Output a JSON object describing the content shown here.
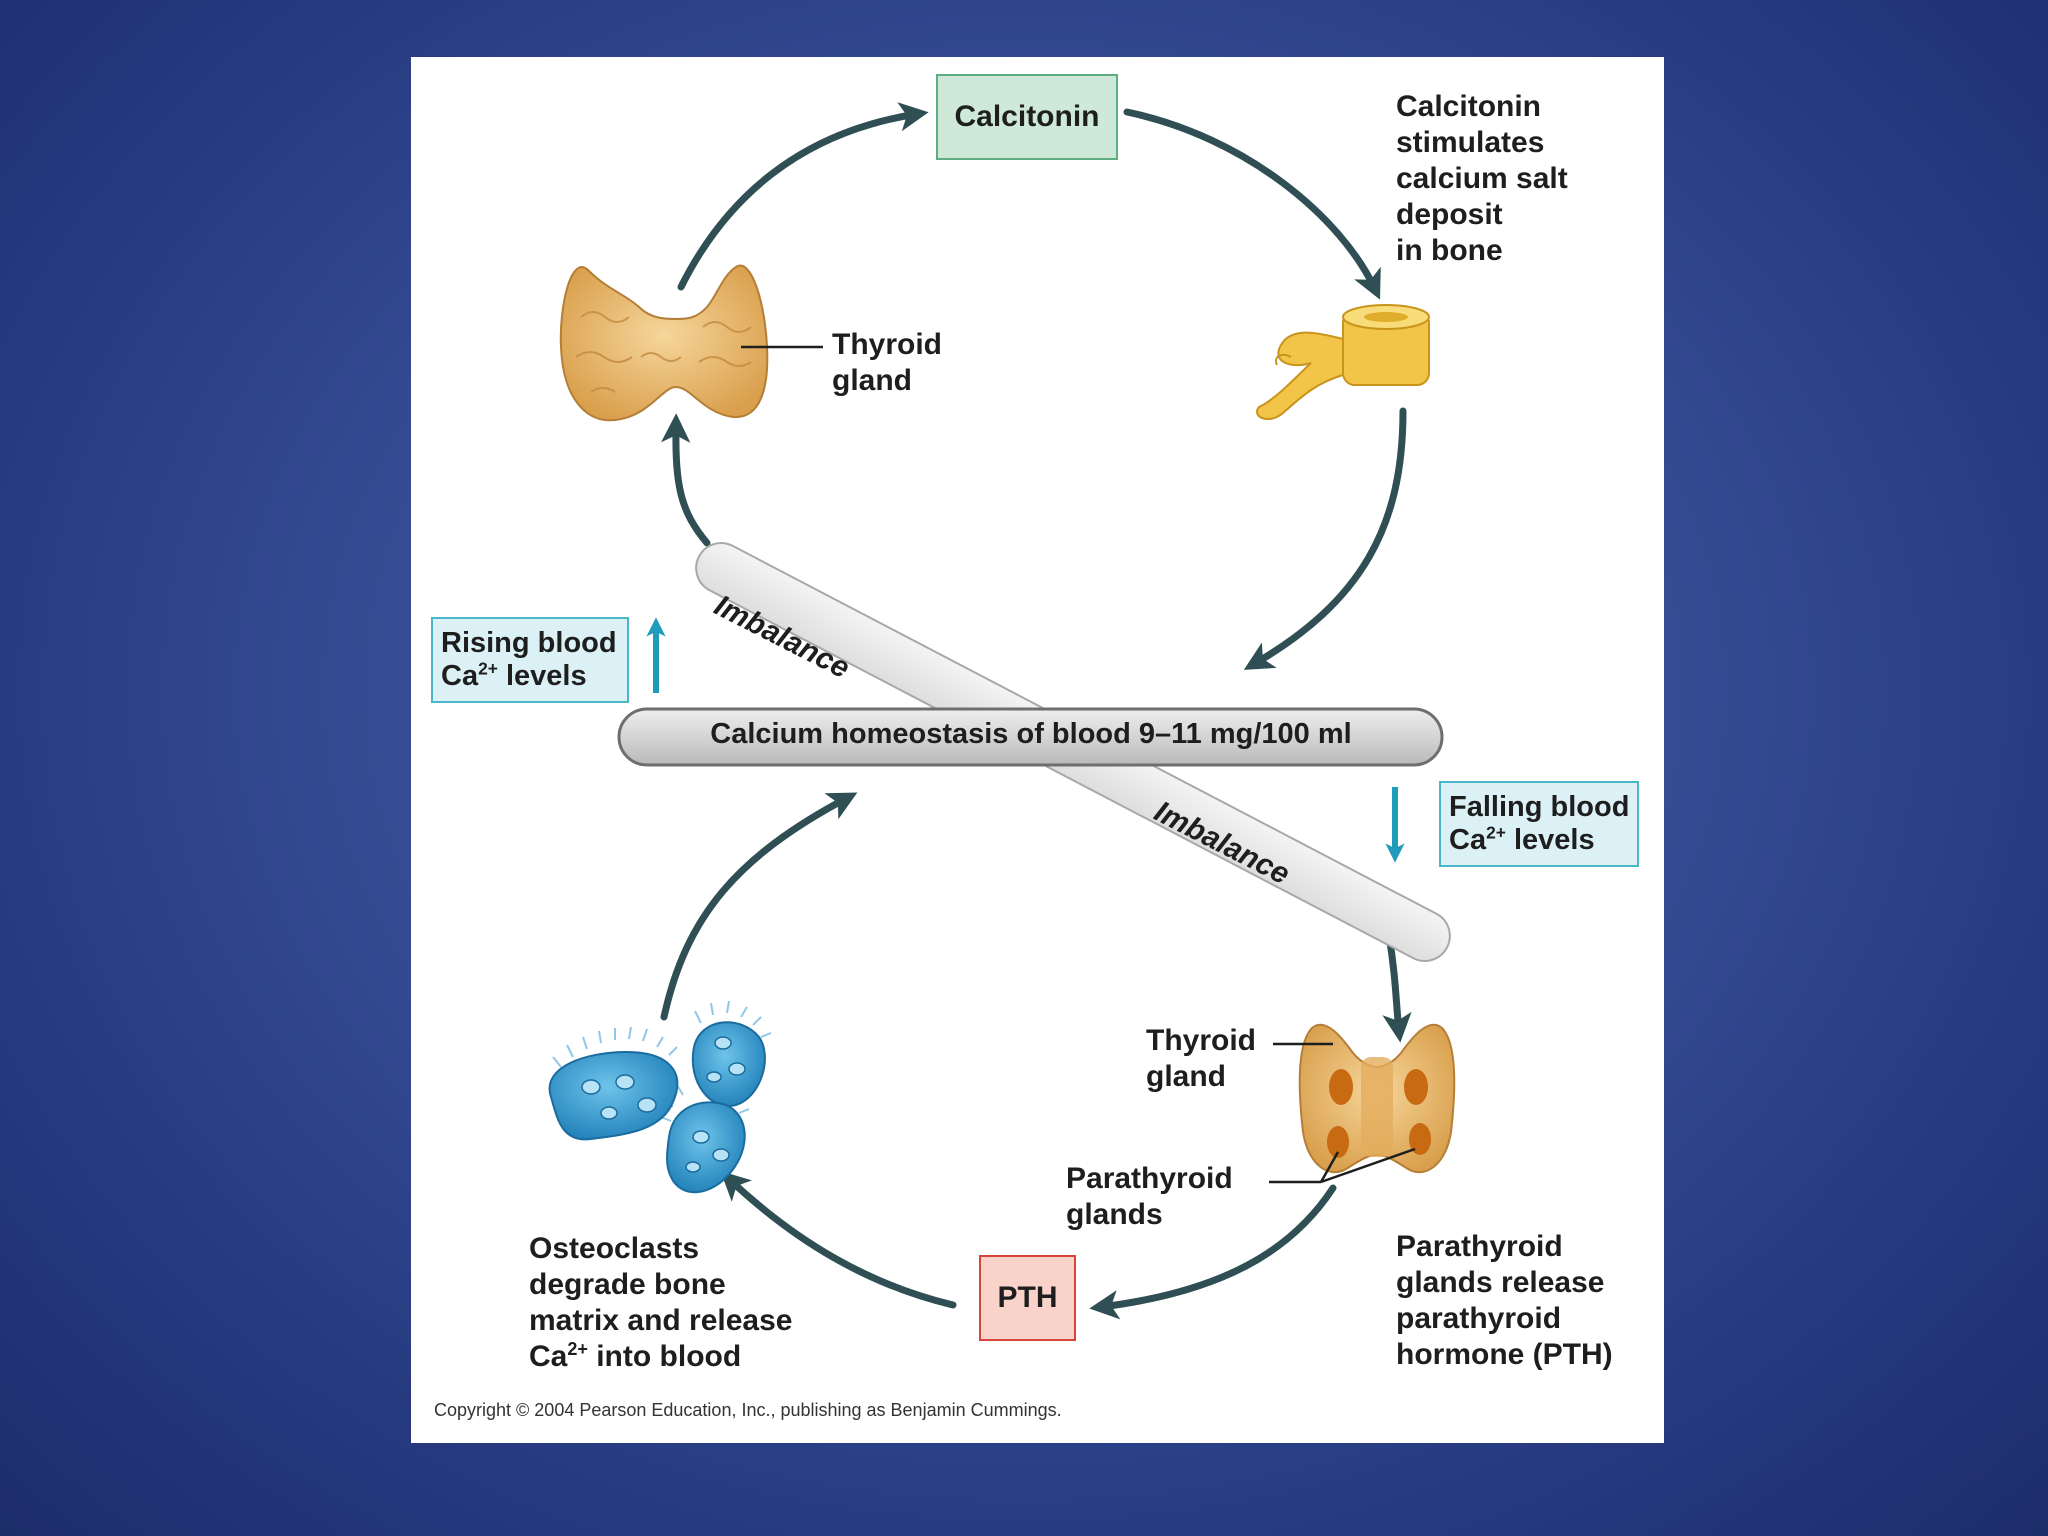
{
  "diagram": {
    "hormones": {
      "calcitonin": "Calcitonin",
      "pth": "PTH"
    },
    "center": {
      "label": "Calcium homeostasis of blood 9–11 mg/100 ml"
    },
    "imbalance": {
      "upper": "Imbalance",
      "lower": "Imbalance"
    },
    "levels": {
      "rising_line1": "Rising blood",
      "rising_ca": "Ca",
      "rising_sup": "2+",
      "rising_rest": " levels",
      "falling_line1": "Falling blood",
      "falling_ca": "Ca",
      "falling_sup": "2+",
      "falling_rest": " levels"
    },
    "labels": {
      "thyroid_top": "Thyroid\ngland",
      "calcitonin_effect": "Calcitonin\nstimulates\ncalcium salt\ndeposit\nin bone",
      "thyroid_bottom": "Thyroid\ngland",
      "parathyroid_glands": "Parathyroid\nglands",
      "parathyroid_release": "Parathyroid\nglands release\nparathyroid\nhormone (PTH)",
      "osteoclasts_main": "Osteoclasts\ndegrade bone\nmatrix and release\n",
      "osteoclasts_ca": "Ca",
      "osteoclasts_sup": "2+",
      "osteoclasts_rest": " into blood"
    },
    "copyright": "Copyright © 2004 Pearson Education, Inc., publishing as Benjamin Cummings."
  },
  "colors": {
    "background": "#2d4289",
    "arrow": "#2f4f55",
    "calcitonin_fill": "#cfe9d8",
    "pth_fill": "#f9d3c9",
    "level_fill": "#dcf1f6",
    "level_arrow": "#1f9bbc",
    "gland": "#e8b868",
    "bone": "#f2c447",
    "osteoclast": "#2b93c9"
  },
  "icons": [
    "thyroid-gland-icon",
    "bone-vertebra-icon",
    "thyroid-parathyroid-icon",
    "osteoclast-cells-icon"
  ]
}
